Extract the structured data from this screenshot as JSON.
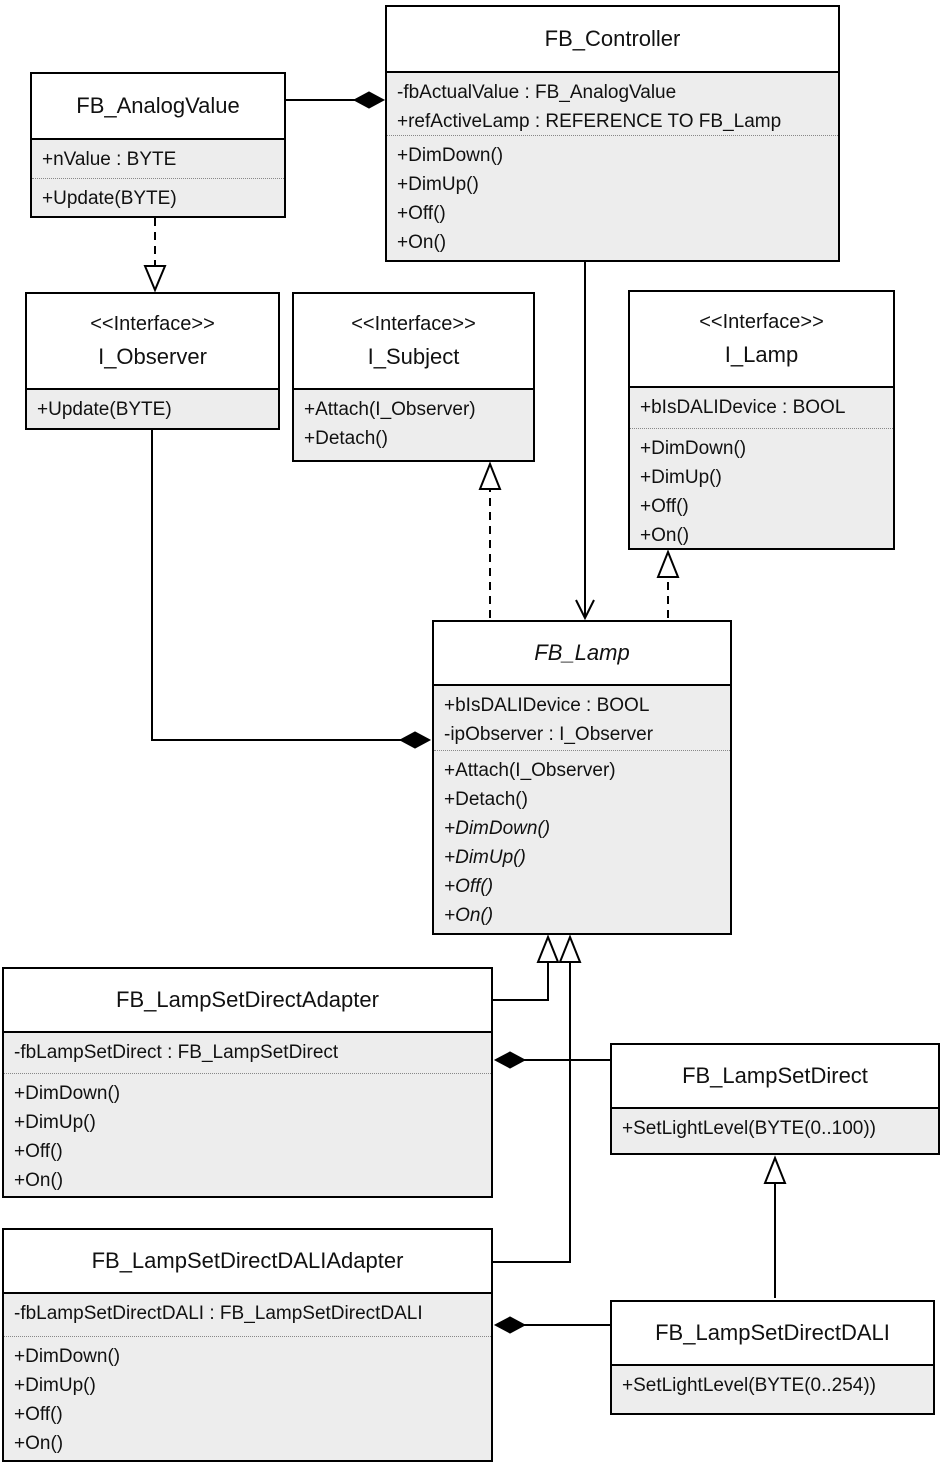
{
  "diagram": {
    "type": "uml-class-diagram",
    "colors": {
      "box_border": "#000000",
      "title_bg": "#ffffff",
      "body_bg": "#ededed",
      "line": "#000000"
    },
    "classes": {
      "fb_analogvalue": {
        "title": "FB_AnalogValue",
        "attributes": [
          "+nValue : BYTE"
        ],
        "methods": [
          "+Update(BYTE)"
        ]
      },
      "fb_controller": {
        "title": "FB_Controller",
        "attributes": [
          "-fbActualValue : FB_AnalogValue",
          "+refActiveLamp : REFERENCE TO FB_Lamp"
        ],
        "methods": [
          "+DimDown()",
          "+DimUp()",
          "+Off()",
          "+On()"
        ]
      },
      "i_observer": {
        "stereotype": "<<Interface>>",
        "title": "I_Observer",
        "methods": [
          "+Update(BYTE)"
        ]
      },
      "i_subject": {
        "stereotype": "<<Interface>>",
        "title": "I_Subject",
        "methods": [
          "+Attach(I_Observer)",
          "+Detach()"
        ]
      },
      "i_lamp": {
        "stereotype": "<<Interface>>",
        "title": "I_Lamp",
        "attributes": [
          "+bIsDALIDevice : BOOL"
        ],
        "methods": [
          "+DimDown()",
          "+DimUp()",
          "+Off()",
          "+On()"
        ]
      },
      "fb_lamp": {
        "title": "FB_Lamp",
        "abstract": true,
        "attributes": [
          "+bIsDALIDevice : BOOL",
          "-ipObserver : I_Observer"
        ],
        "methods": [
          "+Attach(I_Observer)",
          "+Detach()",
          "+DimDown()",
          "+DimUp()",
          "+Off()",
          "+On()"
        ]
      },
      "fb_lampsetdirectadapter": {
        "title": "FB_LampSetDirectAdapter",
        "attributes": [
          "-fbLampSetDirect : FB_LampSetDirect"
        ],
        "methods": [
          "+DimDown()",
          "+DimUp()",
          "+Off()",
          "+On()"
        ]
      },
      "fb_lampsetdirect": {
        "title": "FB_LampSetDirect",
        "methods": [
          "+SetLightLevel(BYTE(0..100))"
        ]
      },
      "fb_lampsetdirectdaliadapter": {
        "title": "FB_LampSetDirectDALIAdapter",
        "attributes": [
          "-fbLampSetDirectDALI : FB_LampSetDirectDALI"
        ],
        "methods": [
          "+DimDown()",
          "+DimUp()",
          "+Off()",
          "+On()"
        ]
      },
      "fb_lampsetdirectdali": {
        "title": "FB_LampSetDirectDALI",
        "methods": [
          "+SetLightLevel(BYTE(0..254))"
        ]
      }
    },
    "connectors": [
      {
        "from": "FB_Controller",
        "to": "FB_AnalogValue",
        "type": "composition"
      },
      {
        "from": "FB_AnalogValue",
        "to": "I_Observer",
        "type": "realization"
      },
      {
        "from": "FB_Controller",
        "to": "FB_Lamp",
        "type": "directed-association"
      },
      {
        "from": "FB_Lamp",
        "to": "I_Observer",
        "type": "composition"
      },
      {
        "from": "FB_Lamp",
        "to": "I_Subject",
        "type": "realization"
      },
      {
        "from": "FB_Lamp",
        "to": "I_Lamp",
        "type": "realization"
      },
      {
        "from": "FB_LampSetDirectAdapter",
        "to": "FB_Lamp",
        "type": "generalization"
      },
      {
        "from": "FB_LampSetDirectDALIAdapter",
        "to": "FB_Lamp",
        "type": "generalization"
      },
      {
        "from": "FB_LampSetDirectAdapter",
        "to": "FB_LampSetDirect",
        "type": "composition"
      },
      {
        "from": "FB_LampSetDirectDALIAdapter",
        "to": "FB_LampSetDirectDALI",
        "type": "composition"
      },
      {
        "from": "FB_LampSetDirectDALI",
        "to": "FB_LampSetDirect",
        "type": "generalization"
      }
    ]
  }
}
